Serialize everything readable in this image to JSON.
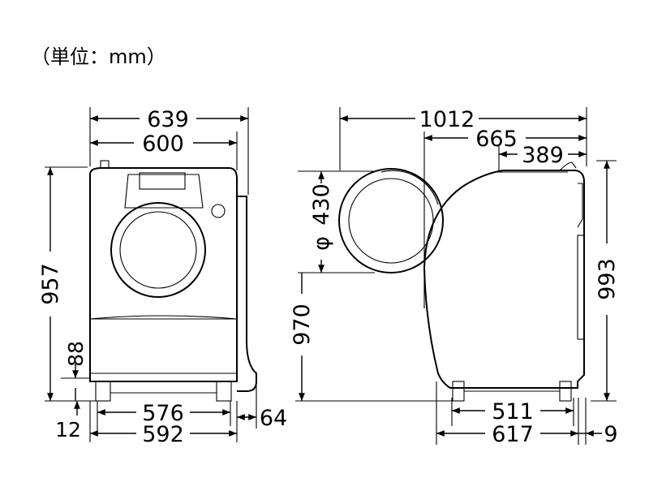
{
  "unit_label": "（単位：mm）",
  "front_view": {
    "overall_width": "639",
    "body_width": "600",
    "height": "957",
    "foot_height": "88",
    "foot_offset": "12",
    "foot_span_inner": "576",
    "foot_span_outer": "592",
    "hose_protrusion": "64"
  },
  "side_view": {
    "overall_depth": "1012",
    "body_depth": "665",
    "top_depth": "389",
    "door_diameter": "430",
    "diameter_symbol": "φ",
    "door_height": "970",
    "total_height": "993",
    "foot_span_inner": "511",
    "foot_span_outer": "617",
    "rear_offset": "9"
  }
}
